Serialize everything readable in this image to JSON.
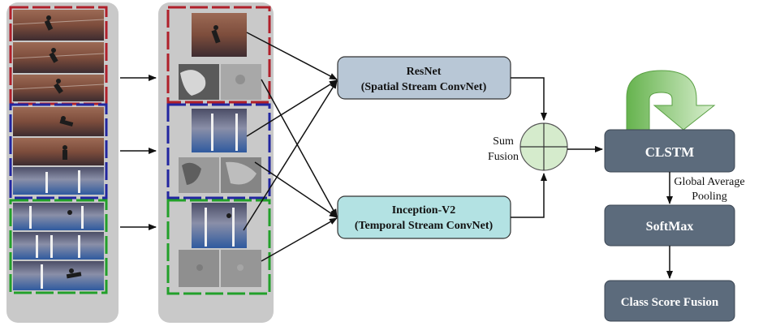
{
  "nodes": {
    "resnet": {
      "line1": "ResNet",
      "line2": "(Spatial Stream ConvNet)"
    },
    "inception": {
      "line1": "Inception-V2",
      "line2": "(Temporal Stream ConvNet)"
    },
    "sum_fusion": {
      "line1": "Sum",
      "line2": "Fusion"
    },
    "clstm": {
      "label": "CLSTM"
    },
    "pooling": {
      "line1": "Global Average",
      "line2": "Pooling"
    },
    "softmax": {
      "label": "SoftMax"
    },
    "class_score": {
      "label": "Class Score Fusion"
    }
  },
  "colors": {
    "resnet_fill": "#b8c7d6",
    "inception_fill": "#b3e2e3",
    "dark_box_fill": "#5c6b7c",
    "sum_fill": "#d5ebcc",
    "recurrent_arrow": "#7fc36a",
    "panel_bg": "#c9c9c9",
    "group_red": "#b0202a",
    "group_blue": "#2226a0",
    "group_green": "#22a02a"
  },
  "icons": [
    "video-frame-thumbnail",
    "optical-flow-thumbnail",
    "recurrent-loop-arrow-icon",
    "sum-circle-icon"
  ]
}
